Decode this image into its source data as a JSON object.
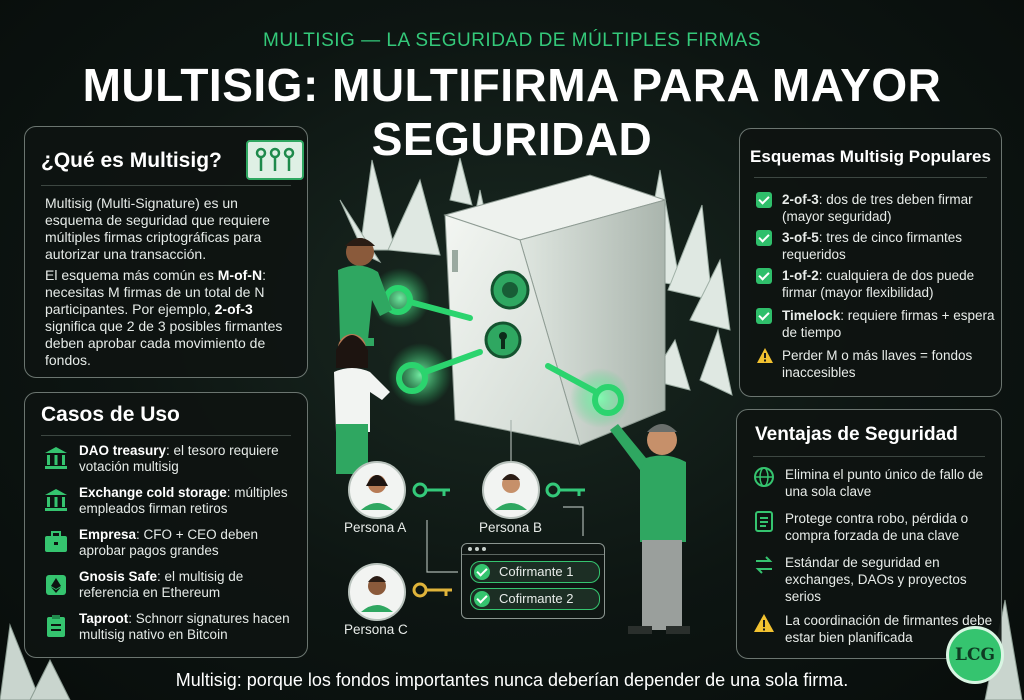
{
  "header": {
    "kicker": "MULTISIG — LA SEGURIDAD DE MÚLTIPLES FIRMAS",
    "title": "MULTISIG: MULTIFIRMA PARA MAYOR SEGURIDAD"
  },
  "what": {
    "title": "¿Qué es Multisig?",
    "p1": "Multisig (Multi-Signature) es un esquema de seguridad que requiere múltiples firmas criptográficas para autorizar una transacción.",
    "p2_pre": "El esquema más común es ",
    "p2_bold1": "M-of-N",
    "p2_mid": ": necesitas M firmas de un total de N participantes. Por ejemplo, ",
    "p2_bold2": "2-of-3",
    "p2_post": " significa que 2 de 3 posibles firmantes deben aprobar cada movimiento de fondos.",
    "icon": "vault-keys-icon"
  },
  "use_cases": {
    "title": "Casos de Uso",
    "items": [
      {
        "bold": "DAO treasury",
        "text": ": el tesoro requiere votación multisig",
        "icon": "bank-icon"
      },
      {
        "bold": "Exchange cold storage",
        "text": ": múltiples empleados firman retiros",
        "icon": "bank-icon"
      },
      {
        "bold": "Empresa",
        "text": ": CFO + CEO deben aprobar pagos grandes",
        "icon": "briefcase-icon"
      },
      {
        "bold": "Gnosis Safe",
        "text": ": el multisig de referencia en Ethereum",
        "icon": "ethereum-wallet-icon"
      },
      {
        "bold": "Taproot",
        "text": ": Schnorr signatures hacen multisig nativo en Bitcoin",
        "icon": "clipboard-icon"
      }
    ]
  },
  "schemes": {
    "title": "Esquemas Multisig Populares",
    "items": [
      {
        "bold": "2-of-3",
        "text": ": dos de tres deben firmar (mayor seguridad)"
      },
      {
        "bold": "3-of-5",
        "text": ": tres de cinco firmantes requeridos"
      },
      {
        "bold": "1-of-2",
        "text": ": cualquiera de dos puede firmar (mayor flexibilidad)"
      },
      {
        "bold": "Timelock",
        "text": ": requiere firmas + espera de tiempo"
      }
    ],
    "warning": "Perder M o más llaves = fondos inaccesibles"
  },
  "advantages": {
    "title": "Ventajas de Seguridad",
    "items": [
      {
        "text": "Elimina el punto único de fallo de una sola clave",
        "icon": "globe-icon"
      },
      {
        "text": "Protege contra robo, pérdida o compra forzada de una clave",
        "icon": "checklist-icon"
      },
      {
        "text": "Estándar de seguridad en exchanges, DAOs y proyectos serios",
        "icon": "swap-arrows-icon"
      },
      {
        "text": "La coordinación de firmantes debe estar bien planificada",
        "icon": "warning-icon"
      }
    ]
  },
  "scene": {
    "persona_a": "Persona A",
    "persona_b": "Persona B",
    "persona_c": "Persona C",
    "cosigner_1": "Cofirmante 1",
    "cosigner_2": "Cofirmante 2"
  },
  "footer": "Multisig: porque los fondos importantes nunca deberían depender de una sola firma.",
  "logo": "LCG",
  "colors": {
    "accent": "#34c97a",
    "warning": "#f2c230",
    "gold_key": "#e0b43a"
  }
}
